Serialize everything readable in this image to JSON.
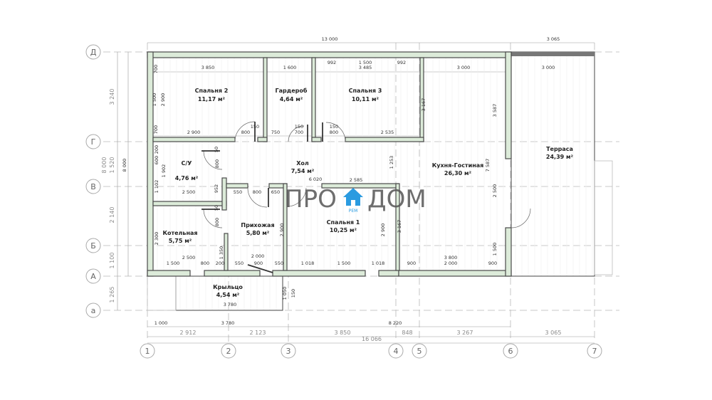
{
  "axes": {
    "rows": [
      "Д",
      "Г",
      "В",
      "Б",
      "А",
      "а"
    ],
    "cols": [
      "1",
      "2",
      "3",
      "4",
      "5",
      "6",
      "7"
    ]
  },
  "rooms": [
    {
      "name": "Спальня 2",
      "area": "11,17 м²"
    },
    {
      "name": "Гардероб",
      "area": "4,64 м²"
    },
    {
      "name": "Спальня 3",
      "area": "10,11 м²"
    },
    {
      "name": "Кухня-Гостиная",
      "area": "26,30 м²"
    },
    {
      "name": "Терраса",
      "area": "24,39 м²"
    },
    {
      "name": "Хол",
      "area": "7,54 м²"
    },
    {
      "name": "С/У",
      "area": "4,76 м²"
    },
    {
      "name": "Котельная",
      "area": "5,75 м²"
    },
    {
      "name": "Прихожая",
      "area": "5,80 м²"
    },
    {
      "name": "Спальня 1",
      "area": "10,25 м²"
    },
    {
      "name": "Крыльцо",
      "area": "4,54 м²"
    }
  ],
  "dims": [
    "13 000",
    "3 065",
    "3 850",
    "1 600",
    "992",
    "1 500",
    "992",
    "3 485",
    "3 000",
    "3 000",
    "2 900",
    "150",
    "800",
    "750",
    "150",
    "700",
    "150",
    "800",
    "2 535",
    "700",
    "1 500",
    "2 900",
    "700",
    "3 167",
    "3 587",
    "7 587",
    "2 500",
    "1 500",
    "3 167",
    "2 900",
    "2 900",
    "1 253",
    "800",
    "952",
    "50",
    "50",
    "800",
    "1 350",
    "2 300",
    "1 902",
    "600",
    "200",
    "1 102",
    "1 050",
    "150",
    "3 240",
    "8 000",
    "1 520",
    "8 000",
    "2 140",
    "1 100",
    "1 265",
    "6 020",
    "2 500",
    "550",
    "800",
    "650",
    "2 585",
    "2 500",
    "1 500",
    "800",
    "200",
    "550",
    "900",
    "550",
    "2 000",
    "1 018",
    "1 500",
    "1 018",
    "900",
    "3 800",
    "2 000",
    "900",
    "3 780",
    "1 000",
    "3 780",
    "8 220",
    "2 912",
    "2 123",
    "3 850",
    "848",
    "3 267",
    "3 065",
    "16 066"
  ],
  "logo": {
    "left": "ПРО",
    "right": "ДОМ",
    "sub": "РЕМ",
    "color": "#2a9be0"
  }
}
